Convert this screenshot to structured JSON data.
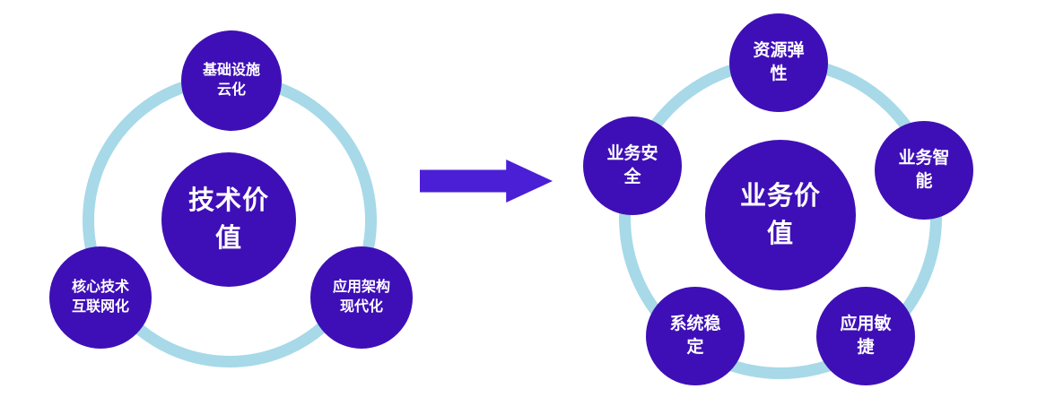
{
  "colors": {
    "circle": "#3e0fb6",
    "ring": "#a7d9e8",
    "arrow": "#4b1fd6",
    "text": "#ffffff"
  },
  "left": {
    "center": "技术价\n值",
    "satellites": [
      {
        "label": "基础设施\n云化"
      },
      {
        "label": "核心技术\n互联网化"
      },
      {
        "label": "应用架构\n现代化"
      }
    ]
  },
  "right": {
    "center": "业务价\n值",
    "satellites": [
      {
        "label": "资源弹\n性"
      },
      {
        "label": "业务安\n全"
      },
      {
        "label": "业务智\n能"
      },
      {
        "label": "系统稳\n定"
      },
      {
        "label": "应用敏\n捷"
      }
    ]
  }
}
